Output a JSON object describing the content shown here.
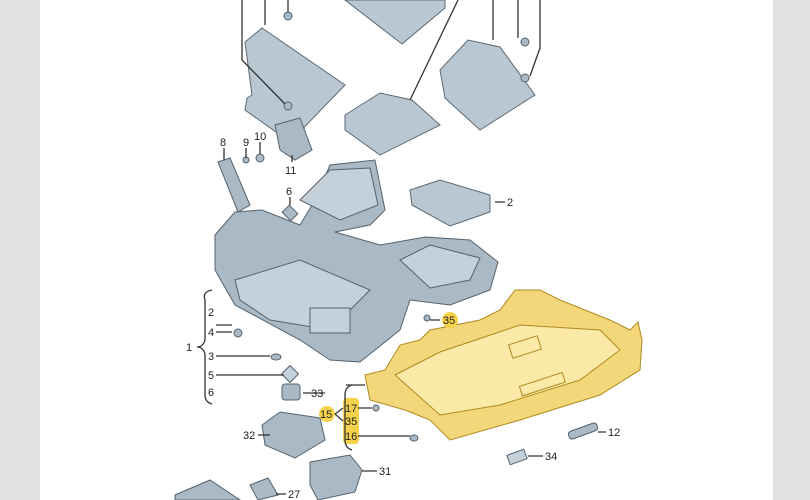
{
  "diagram": {
    "background_color": "#ffffff",
    "margin_color": "#e2e2e2",
    "highlight_color": "#f6d24a",
    "callouts": {
      "c1": "1",
      "c2_left": "2",
      "c2_mat": "2",
      "c3": "3",
      "c4": "4",
      "c5": "5",
      "c6_left": "6",
      "c6_top": "6",
      "c8": "8",
      "c9": "9",
      "c10": "10",
      "c11": "11",
      "c12": "12",
      "c15": "15",
      "c16": "16",
      "c17": "17",
      "c27": "27",
      "c31": "31",
      "c32": "32",
      "c33": "33",
      "c34": "34",
      "c35_top": "35",
      "c35_group": "35"
    }
  }
}
